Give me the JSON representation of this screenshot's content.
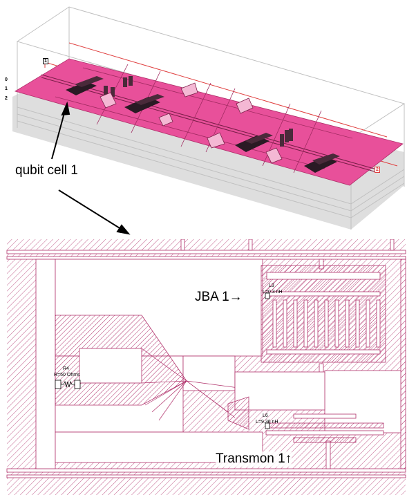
{
  "top_view": {
    "layer_labels": [
      "0",
      "1",
      "2"
    ],
    "port_markers": [
      "1",
      "2"
    ],
    "callout": "qubit cell 1"
  },
  "detail_view": {
    "jba_label": "JBA 1→",
    "transmon_label": "Transmon 1↑",
    "resistor": {
      "name": "R4",
      "value": "R=50 Ohms"
    },
    "inductor_jba": {
      "name": "L3",
      "value": "L=0.3 nH"
    },
    "inductor_transmon": {
      "name": "L6",
      "value": "L=9.36 nH"
    }
  },
  "colors": {
    "metal_fill": "#e8509a",
    "metal_dark": "#b0306a",
    "hatch_line": "#b0306a",
    "box_outline": "#c8c8c8",
    "red_line": "#e04040"
  }
}
